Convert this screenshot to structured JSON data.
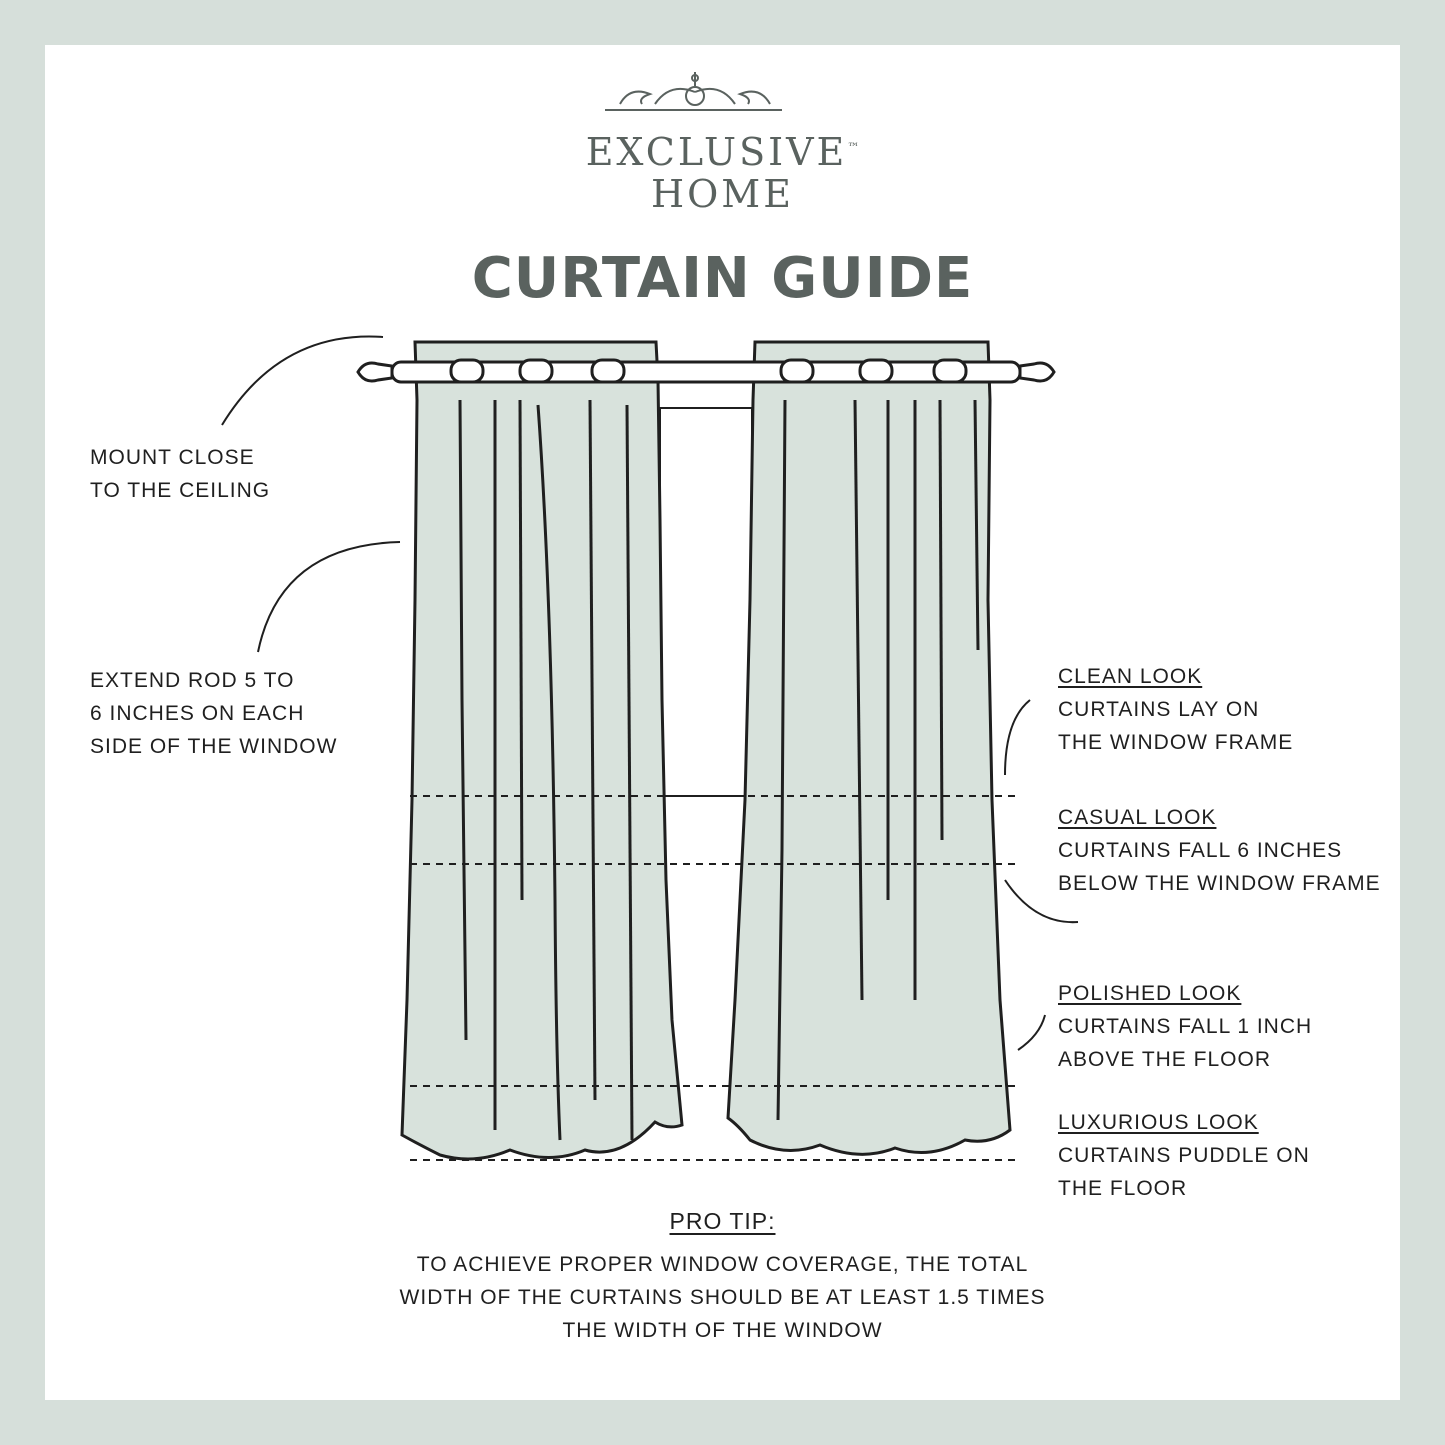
{
  "brand": {
    "line1": "EXCLUSIVE",
    "trademark": "™",
    "line2": "HOME"
  },
  "title": "CURTAIN GUIDE",
  "left_notes": {
    "mount": [
      "MOUNT CLOSE",
      "TO THE CEILING"
    ],
    "extend": [
      "EXTEND ROD 5 TO",
      "6 INCHES ON EACH",
      "SIDE OF THE WINDOW"
    ]
  },
  "looks": [
    {
      "heading": "CLEAN LOOK",
      "lines": [
        "CURTAINS LAY ON",
        "THE WINDOW FRAME"
      ]
    },
    {
      "heading": "CASUAL LOOK",
      "lines": [
        "CURTAINS FALL 6 INCHES",
        "BELOW THE WINDOW FRAME"
      ]
    },
    {
      "heading": "POLISHED LOOK",
      "lines": [
        "CURTAINS FALL 1 INCH",
        "ABOVE THE FLOOR"
      ]
    },
    {
      "heading": "LUXURIOUS LOOK",
      "lines": [
        "CURTAINS PUDDLE ON",
        "THE FLOOR"
      ]
    }
  ],
  "pro_tip": {
    "heading": "PRO TIP:",
    "lines": [
      "TO ACHIEVE PROPER WINDOW COVERAGE, THE TOTAL",
      "WIDTH OF THE CURTAINS SHOULD BE AT LEAST 1.5 TIMES",
      "THE WIDTH OF THE WINDOW"
    ]
  },
  "colors": {
    "frame": "#d6dfda",
    "curtain_fill": "#d8e2dc",
    "heading": "#5a625f",
    "ink": "#1f1f1f"
  }
}
